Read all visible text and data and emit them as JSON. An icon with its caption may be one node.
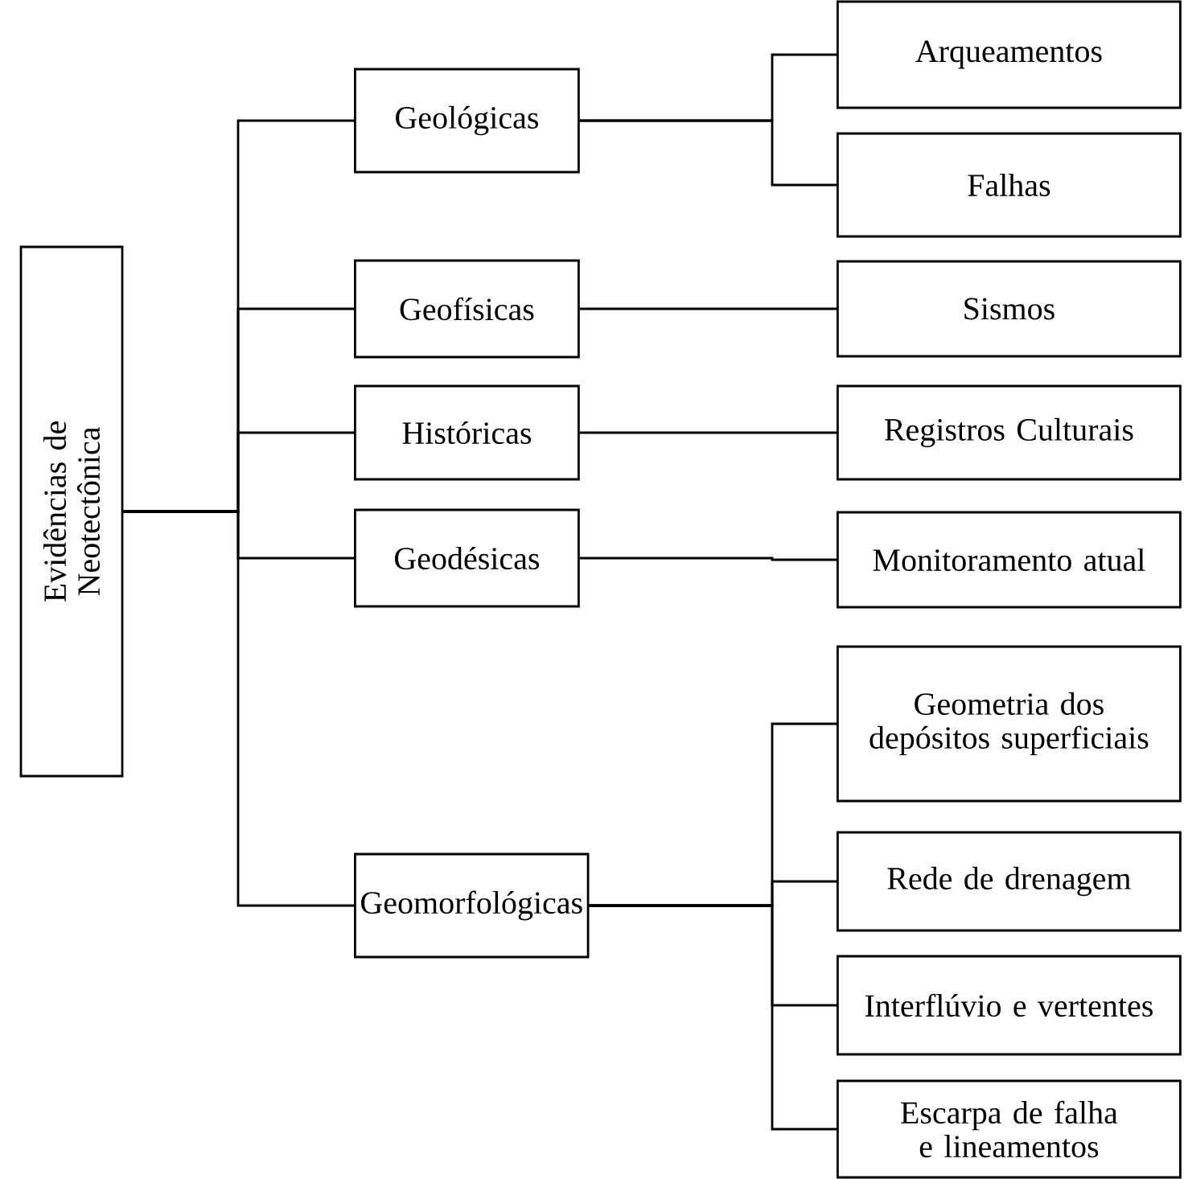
{
  "diagram": {
    "nodes": [
      {
        "text": [
          "Evidências de Neotectônica"
        ]
      },
      {
        "text": [
          "Geológicas"
        ]
      },
      {
        "text": [
          "Arqueamentos"
        ]
      },
      {
        "text": [
          "Falhas"
        ]
      },
      {
        "text": [
          "Geofísicas"
        ]
      },
      {
        "text": [
          "Sismos"
        ]
      },
      {
        "text": [
          "Históricas"
        ]
      },
      {
        "text": [
          "Registros Culturais"
        ]
      },
      {
        "text": [
          "Geodésicas"
        ]
      },
      {
        "text": [
          "Monitoramento atual"
        ]
      },
      {
        "text": [
          "Geomorfológicas"
        ]
      },
      {
        "text": [
          "Geometria dos depósitos superficiais"
        ]
      },
      {
        "text": [
          "Rede de drenagem"
        ]
      },
      {
        "text": [
          "Interflúvio e vertentes"
        ]
      },
      {
        "text": [
          "Escarpa de falha e lineamentos"
        ]
      }
    ],
    "edges": [
      {
        "from": 0,
        "to": 1,
        "arrow": "none"
      },
      {
        "from": 0,
        "to": 4,
        "arrow": "none"
      },
      {
        "from": 0,
        "to": 6,
        "arrow": "none"
      },
      {
        "from": 0,
        "to": 8,
        "arrow": "none"
      },
      {
        "from": 0,
        "to": 10,
        "arrow": "none"
      },
      {
        "from": 1,
        "to": 2,
        "arrow": "none"
      },
      {
        "from": 1,
        "to": 3,
        "arrow": "none"
      },
      {
        "from": 4,
        "to": 5,
        "arrow": "none"
      },
      {
        "from": 6,
        "to": 7,
        "arrow": "none"
      },
      {
        "from": 8,
        "to": 9,
        "arrow": "none"
      },
      {
        "from": 10,
        "to": 11,
        "arrow": "none"
      },
      {
        "from": 10,
        "to": 12,
        "arrow": "none"
      },
      {
        "from": 10,
        "to": 13,
        "arrow": "none"
      },
      {
        "from": 10,
        "to": 14,
        "arrow": "none"
      }
    ]
  }
}
